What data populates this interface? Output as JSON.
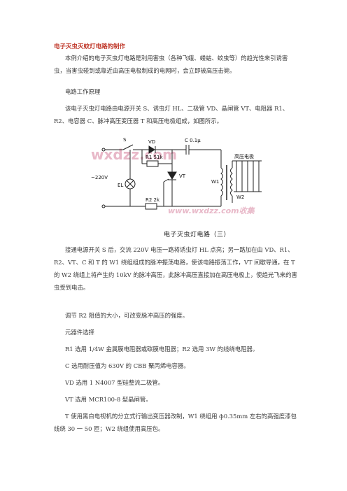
{
  "title": "电子灭虫灭蚊灯电路的制作",
  "paragraphs": {
    "intro": "本例介绍的电子灭虫灯电路是利用害虫（各种飞蛾、蝼蛄、蚊虫等）的趋光性来引诱害虫，当害虫碰到或靠近由高压电极制成的电网时，会立即被高压击毙。",
    "principle_heading": "电路工作原理",
    "principle": "该电子灭虫灯电路由电源开关 S、诱虫灯 HL、二极管 VD、晶闸管 VT、电阻器 R1、R2、电容器 C、脉冲高压变压器 T 和高压电极组成，如图所示。",
    "operation": "接通电源开关 S 后，交流 220V 电压一路将诱虫灯 HL 点亮；另一路加在由 VD、R1、R2、VT、C 和 T 的 W1 绕组组成的脉冲振荡电路，使该电路振荡工作，VT 间歇导通，在 T 的 W2 绕组上将产生约 10kV 的脉冲高压，此脉冲高压直接加在高压电极上，使趋光飞来的害虫受到电击。",
    "adjust": "调节 R2 阻值的大小，可改变脉冲高压的强度。",
    "components_heading": "元器件选择",
    "comp_r": "R1 选用 1/4W 金属膜电阻器或碳膜电阻器；R2 选用 3W 的线绕电阻器。",
    "comp_c": "C 选用耐压值为 630V 的 CBB 聚丙烯电容器。",
    "comp_vd": "VD 选用 1 N4007 型硅整流二极管。",
    "comp_vt": "VT 选用 MCR100-8 型晶闸管。",
    "comp_t": "T 使用黑白电视机的分立式行输出变压器改制，W1 绕组用 ф0.35mm 左右的高强度漆包线绕 30 一 50 匝；W2 绕组使用高压包。"
  },
  "diagram": {
    "caption": "电子灭虫灯电路（三）",
    "labels": {
      "s": "S",
      "vd": "VD",
      "c": "C 0.1μ",
      "r1": "R1 51k",
      "vt": "VT",
      "el": "EL",
      "v220": "~220V",
      "r2": "R2 2k",
      "w1": "W1",
      "w2": "W2",
      "electrode": "高压电极"
    },
    "watermark_top": "wxdzz.com",
    "watermark_bottom": "www.wxdzz.com收集"
  },
  "colors": {
    "title": "#c0392b",
    "text": "#3a3a3a",
    "watermark": "#e8b8c8"
  }
}
